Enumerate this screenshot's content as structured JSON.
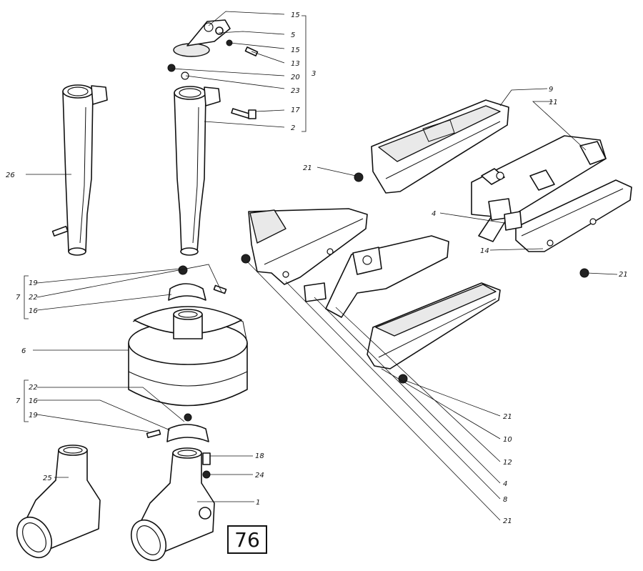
{
  "figure_number": "76",
  "callouts": [
    {
      "id": "c15a",
      "text": "15"
    },
    {
      "id": "c5",
      "text": "5"
    },
    {
      "id": "c15b",
      "text": "15"
    },
    {
      "id": "c13",
      "text": "13"
    },
    {
      "id": "c20",
      "text": "20"
    },
    {
      "id": "c23",
      "text": "23"
    },
    {
      "id": "c17",
      "text": "17"
    },
    {
      "id": "c2",
      "text": "2"
    },
    {
      "id": "c3",
      "text": "3"
    },
    {
      "id": "c26",
      "text": "26"
    },
    {
      "id": "c9",
      "text": "9"
    },
    {
      "id": "c11",
      "text": "11"
    },
    {
      "id": "c21a",
      "text": "21"
    },
    {
      "id": "c4a",
      "text": "4"
    },
    {
      "id": "c14",
      "text": "14"
    },
    {
      "id": "c21b",
      "text": "21"
    },
    {
      "id": "c19a",
      "text": "19"
    },
    {
      "id": "c7a",
      "text": "7"
    },
    {
      "id": "c22a",
      "text": "22"
    },
    {
      "id": "c16a",
      "text": "16"
    },
    {
      "id": "c6",
      "text": "6"
    },
    {
      "id": "c22b",
      "text": "22"
    },
    {
      "id": "c7b",
      "text": "7"
    },
    {
      "id": "c16b",
      "text": "16"
    },
    {
      "id": "c19b",
      "text": "19"
    },
    {
      "id": "c18",
      "text": "18"
    },
    {
      "id": "c24",
      "text": "24"
    },
    {
      "id": "c25",
      "text": "25"
    },
    {
      "id": "c1",
      "text": "1"
    },
    {
      "id": "c21c",
      "text": "21"
    },
    {
      "id": "c10",
      "text": "10"
    },
    {
      "id": "c12",
      "text": "12"
    },
    {
      "id": "c4b",
      "text": "4"
    },
    {
      "id": "c8",
      "text": "8"
    },
    {
      "id": "c21d",
      "text": "21"
    }
  ]
}
